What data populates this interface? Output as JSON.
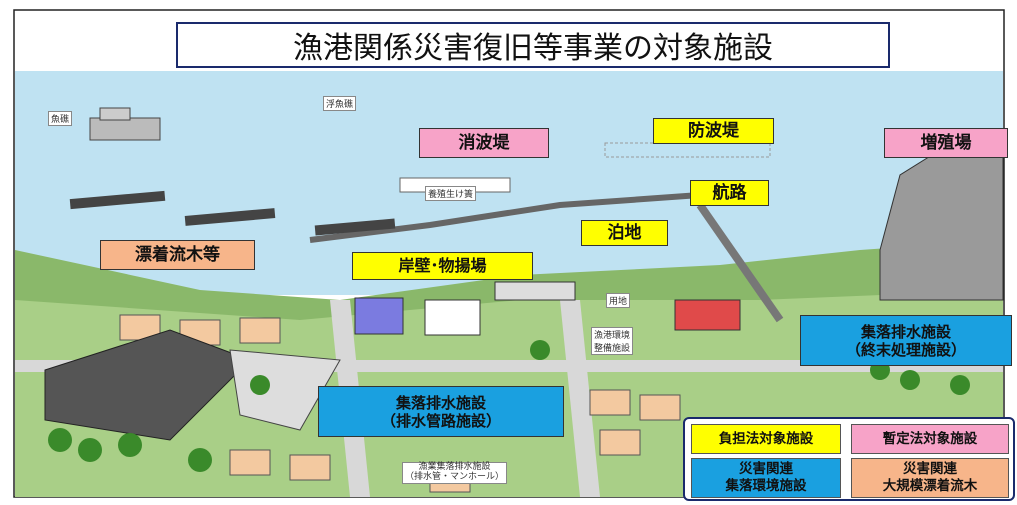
{
  "title": "漁港関係災害復旧等事業の対象施設",
  "labels": {
    "shouhatei": "消波堤",
    "bouhatei": "防波堤",
    "zoushokujou": "増殖場",
    "kouro": "航路",
    "hakuchi": "泊地",
    "hyouchaku": "漂着流木等",
    "ganpeki": "岸壁･物揚場",
    "shuuraku_end_1": "集落排水施設",
    "shuuraku_end_2": "（終末処理施設）",
    "shuuraku_pipe_1": "集落排水施設",
    "shuuraku_pipe_2": "（排水管路施設）"
  },
  "small_labels": {
    "gyoshou": "魚礁",
    "fugyoshou": "浮魚礁",
    "youshoku": "養殖生け簀",
    "youchi": "用地",
    "kankyou_1": "漁港環境",
    "kankyou_2": "整備施設",
    "manhole_1": "漁業集落排水施設",
    "manhole_2": "（排水管・マンホール）"
  },
  "legend": {
    "futan": "負担法対象施設",
    "zantei": "暫定法対象施設",
    "kankyou_1": "災害関連",
    "kankyou_2": "集落環境施設",
    "ryuuboku_1": "災害関連",
    "ryuuboku_2": "大規模漂着流木"
  },
  "colors": {
    "yellow": "#ffff00",
    "pink": "#f7a3c8",
    "orange": "#f7b58a",
    "blue": "#1aa0e0",
    "sea": "#bfe2f2",
    "title_border": "#1a2a6c"
  }
}
